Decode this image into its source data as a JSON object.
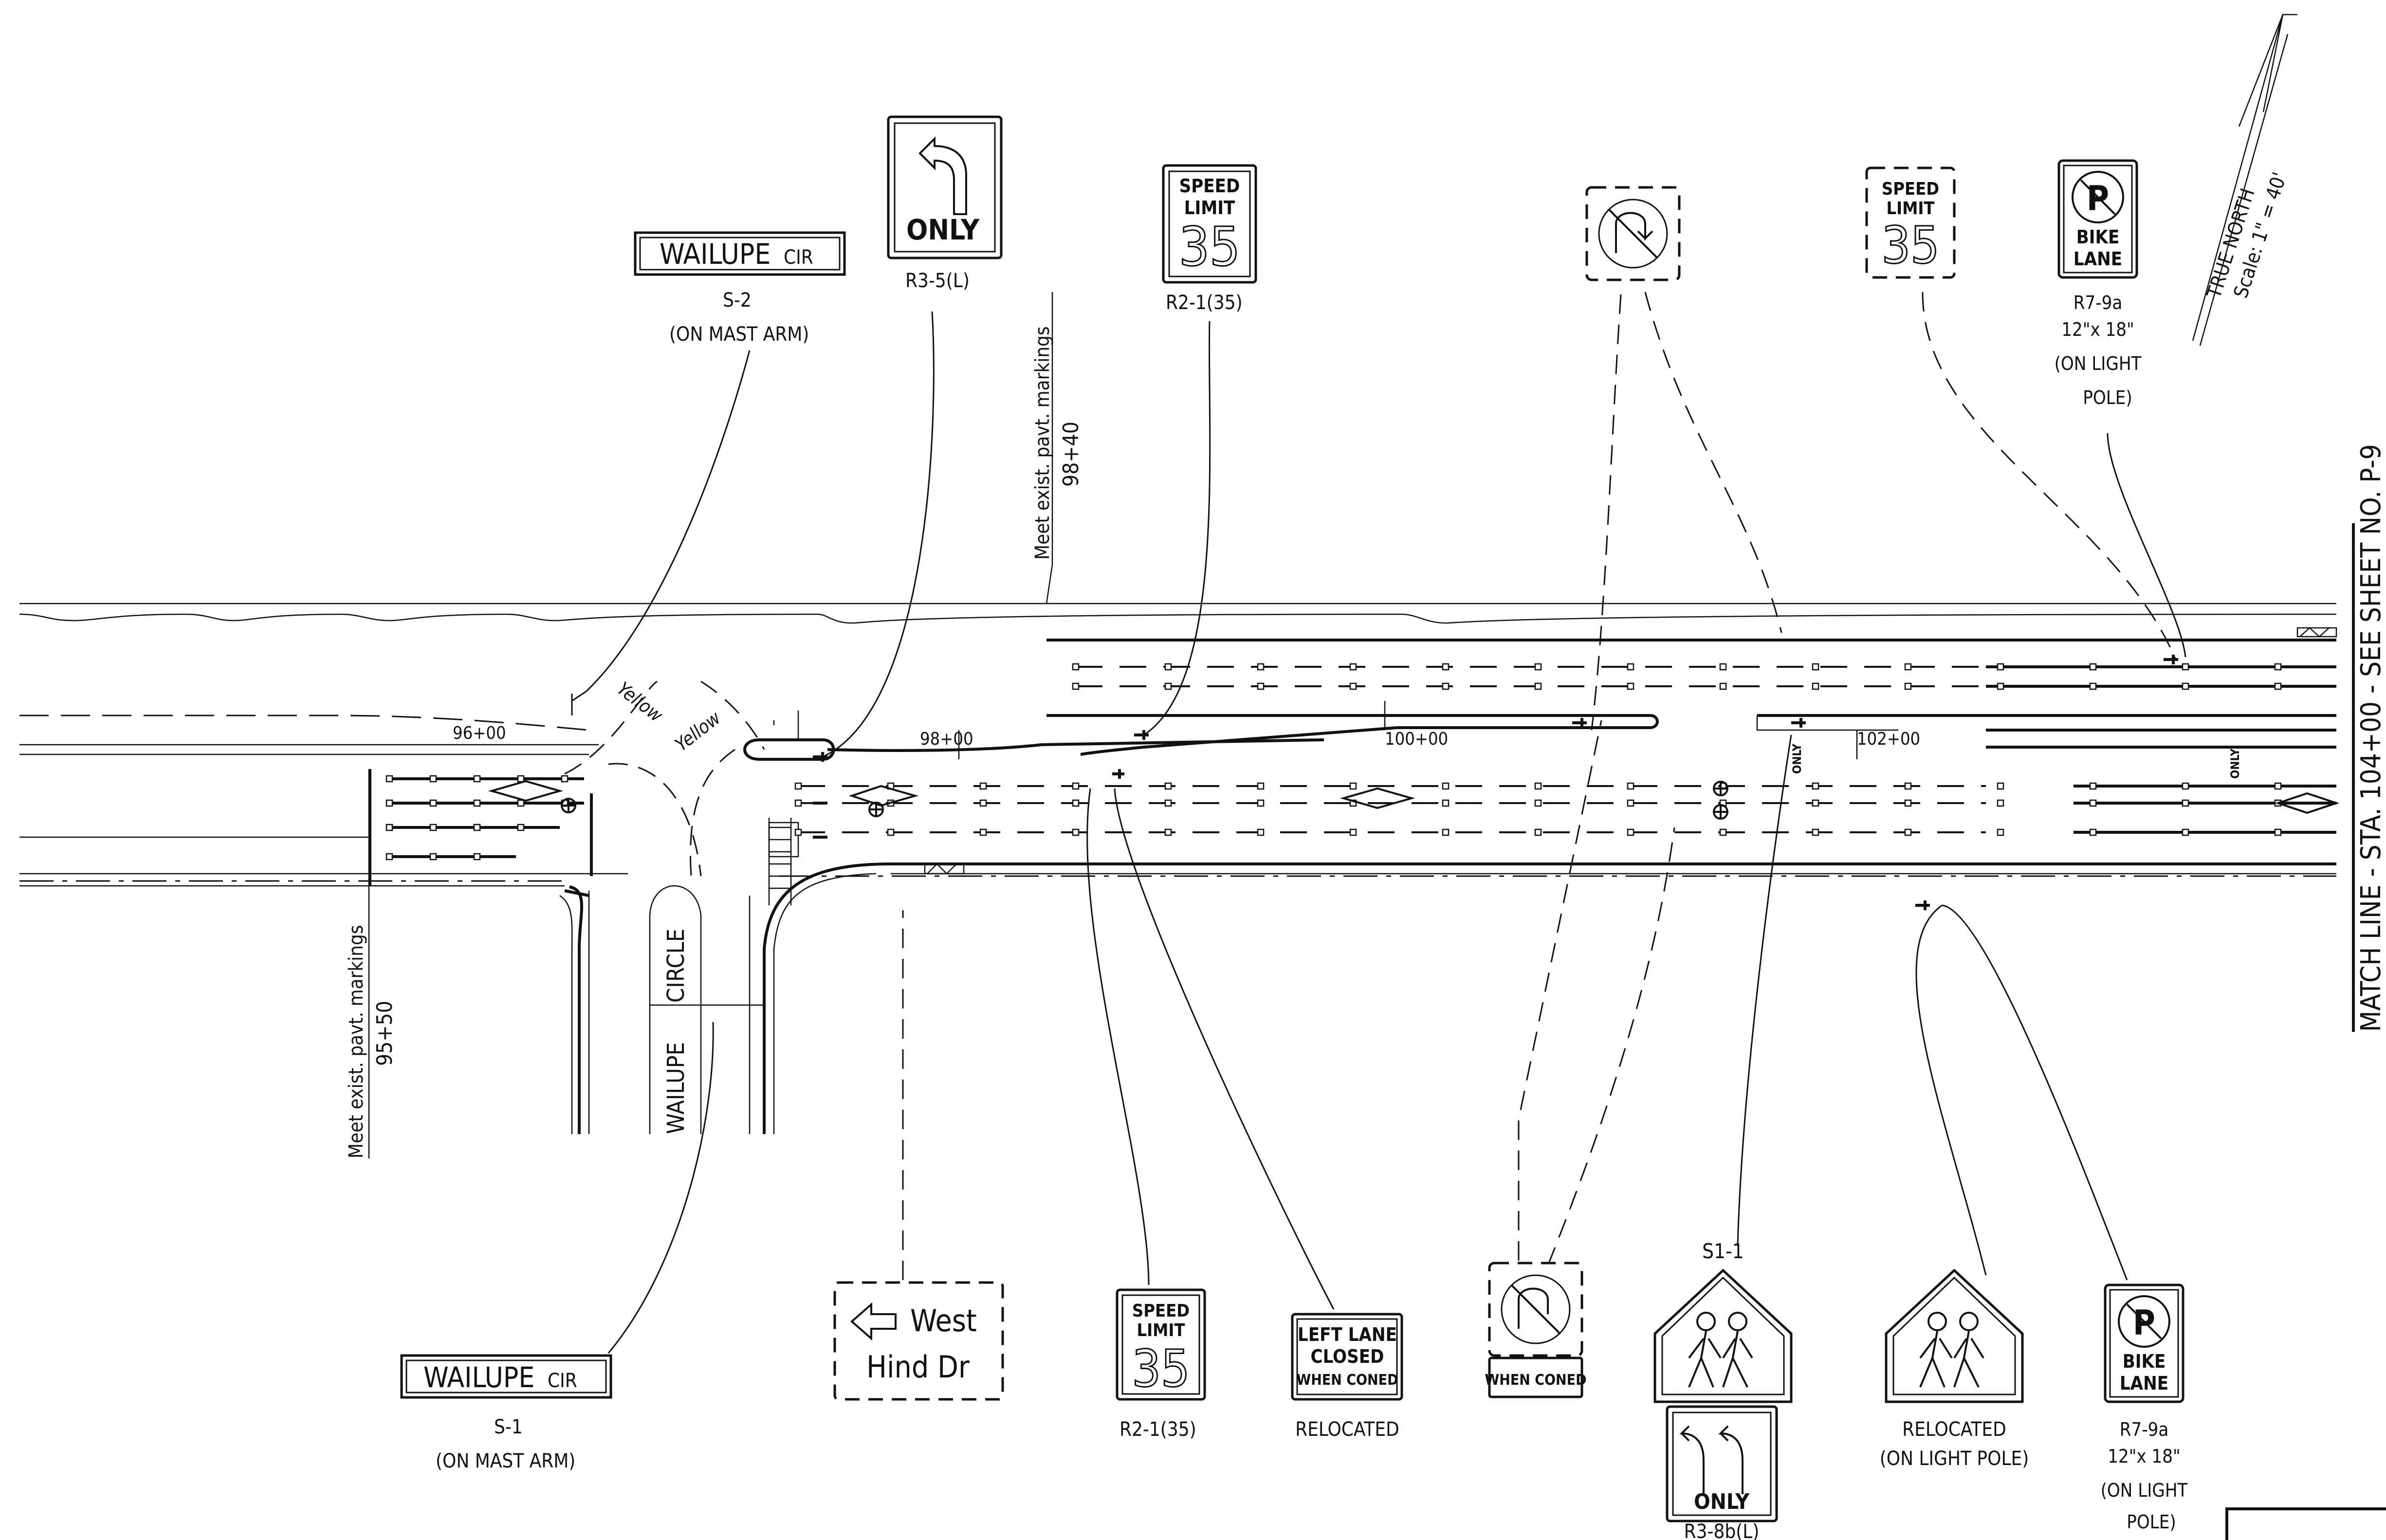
{
  "street_signs": {
    "s2": {
      "name": "WAILUPE",
      "suffix": "CIR",
      "id": "S-2",
      "note": "(ON MAST ARM)"
    },
    "s1": {
      "name": "WAILUPE",
      "suffix": "CIR",
      "id": "S-1",
      "note": "(ON MAST ARM)"
    }
  },
  "regulatory_signs": {
    "only_left": {
      "text": "ONLY",
      "code": "R3-5(L)"
    },
    "speed_top": {
      "line1": "SPEED",
      "line2": "LIMIT",
      "value": "35",
      "code": "R2-1(35)"
    },
    "speed_top_right": {
      "line1": "SPEED",
      "line2": "LIMIT",
      "value": "35"
    },
    "bike_top": {
      "line1": "BIKE",
      "line2": "LANE",
      "code": "R7-9a",
      "size": "12\"x 18\"",
      "mount1": "(ON LIGHT",
      "mount2": "POLE)"
    },
    "speed_bottom": {
      "line1": "SPEED",
      "line2": "LIMIT",
      "value": "35",
      "code": "R2-1(35)"
    },
    "left_lane_closed": {
      "line1": "LEFT LANE",
      "line2": "CLOSED",
      "line3": "WHEN CONED",
      "note": "RELOCATED"
    },
    "when_coned": {
      "text": "WHEN CONED"
    },
    "ped_crossing": {
      "code": "S1-1"
    },
    "only_double": {
      "text": "ONLY",
      "code": "R3-8b(L)"
    },
    "ped_relocated": {
      "line1": "RELOCATED",
      "line2": "(ON LIGHT POLE)"
    },
    "bike_bottom": {
      "line1": "BIKE",
      "line2": "LANE",
      "code": "R7-9a",
      "size": "12\"x 18\"",
      "mount1": "(ON LIGHT",
      "mount2": "POLE)"
    },
    "west_hind": {
      "line1": "West",
      "line2": "Hind Dr"
    }
  },
  "stations": {
    "s96": "96+00",
    "s98": "98+00",
    "s100": "100+00",
    "s102": "102+00"
  },
  "markings": {
    "yellow1": "Yellow",
    "yellow2": "Yellow",
    "meet_top_line1": "Meet exist. pavt. markings",
    "meet_top_line2": "98+40",
    "meet_bottom_line1": "Meet exist. pavt. markings",
    "meet_bottom_line2": "95+50",
    "street_name1": "WAILUPE",
    "street_name2": "CIRCLE",
    "only_pavement": "ONLY"
  },
  "north_arrow": {
    "label": "TRUE NORTH",
    "scale": "Scale: 1\" = 40'"
  },
  "match_line": {
    "text": "MATCH LINE - STA. 104+00 - SEE SHEET NO. P-9"
  }
}
